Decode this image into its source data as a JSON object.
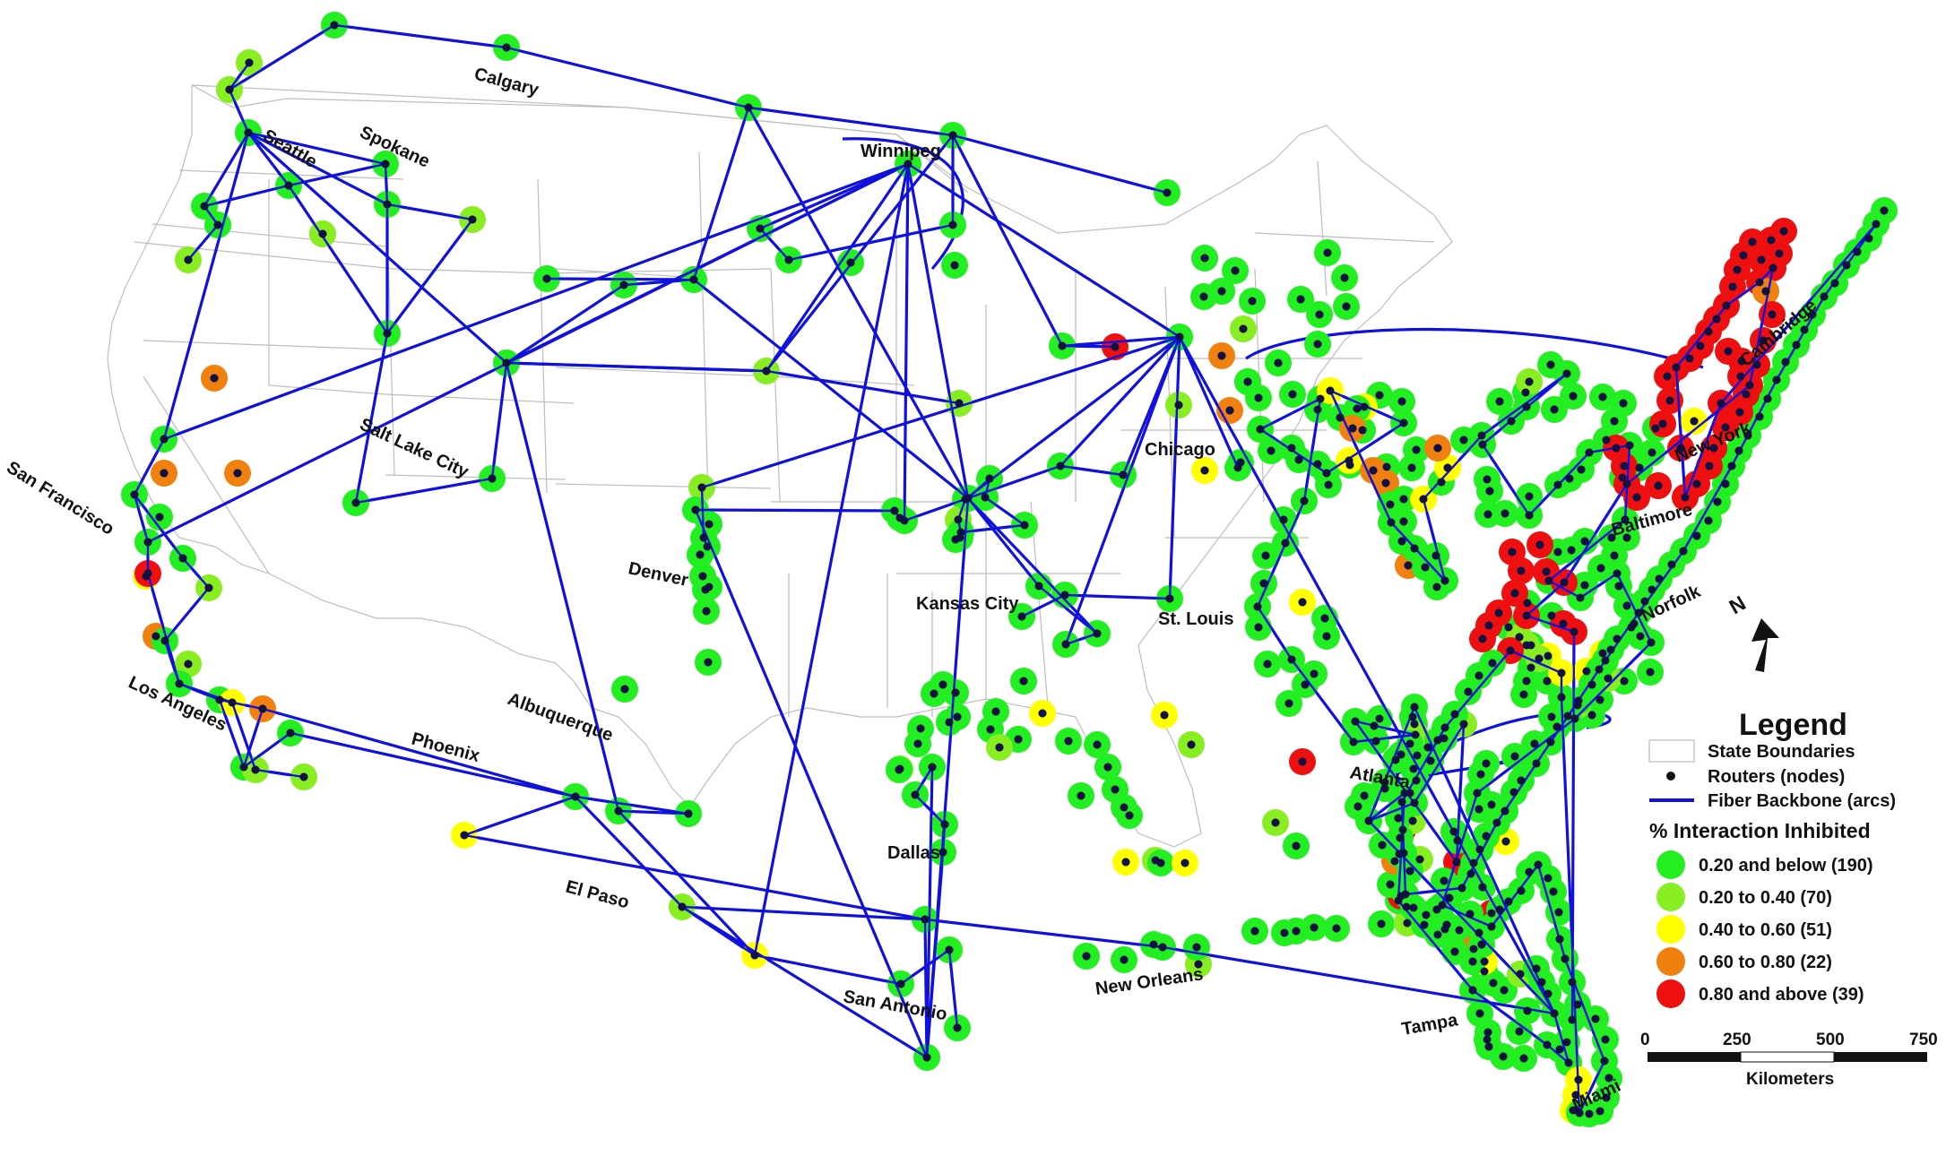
{
  "cities": {
    "calgary": "Calgary",
    "seattle": "Seattle",
    "spokane": "Spokane",
    "winnipeg": "Winnipeg",
    "san_francisco": "San Francisco",
    "salt_lake_city": "Salt Lake City",
    "denver": "Denver",
    "kansas_city": "Kansas City",
    "chicago": "Chicago",
    "st_louis": "St. Louis",
    "cambridge": "Cambridge",
    "new_york": "New York",
    "baltimore": "Baltimore",
    "norfolk": "Norfolk",
    "los_angeles": "Los Angeles",
    "phoenix": "Phoenix",
    "albuquerque": "Albuquerque",
    "el_paso": "El Paso",
    "dallas": "Dallas",
    "san_antonio": "San Antonio",
    "new_orleans": "New Orleans",
    "atlanta": "Atlanta",
    "tampa": "Tampa",
    "miami": "Miami"
  },
  "north_arrow": {
    "label": "N"
  },
  "legend": {
    "title": "Legend",
    "state_boundaries": "State Boundaries",
    "routers": "Routers (nodes)",
    "fiber": "Fiber Backbone (arcs)",
    "interaction_heading": "% Interaction Inhibited",
    "classes": [
      {
        "label": "0.20 and below (190)",
        "color": "#22ee22"
      },
      {
        "label": "0.20 to 0.40 (70)",
        "color": "#88ee22"
      },
      {
        "label": "0.40 to 0.60 (51)",
        "color": "#ffff00"
      },
      {
        "label": "0.60 to 0.80 (22)",
        "color": "#f08010"
      },
      {
        "label": "0.80 and above (39)",
        "color": "#ee1010"
      }
    ]
  },
  "scale_bar": {
    "ticks": [
      "0",
      "250",
      "500",
      "750"
    ],
    "unit": "Kilometers"
  },
  "colors": {
    "fiber": "#1111dd",
    "router": "#111144",
    "state_boundary": "#bbbbbb"
  }
}
